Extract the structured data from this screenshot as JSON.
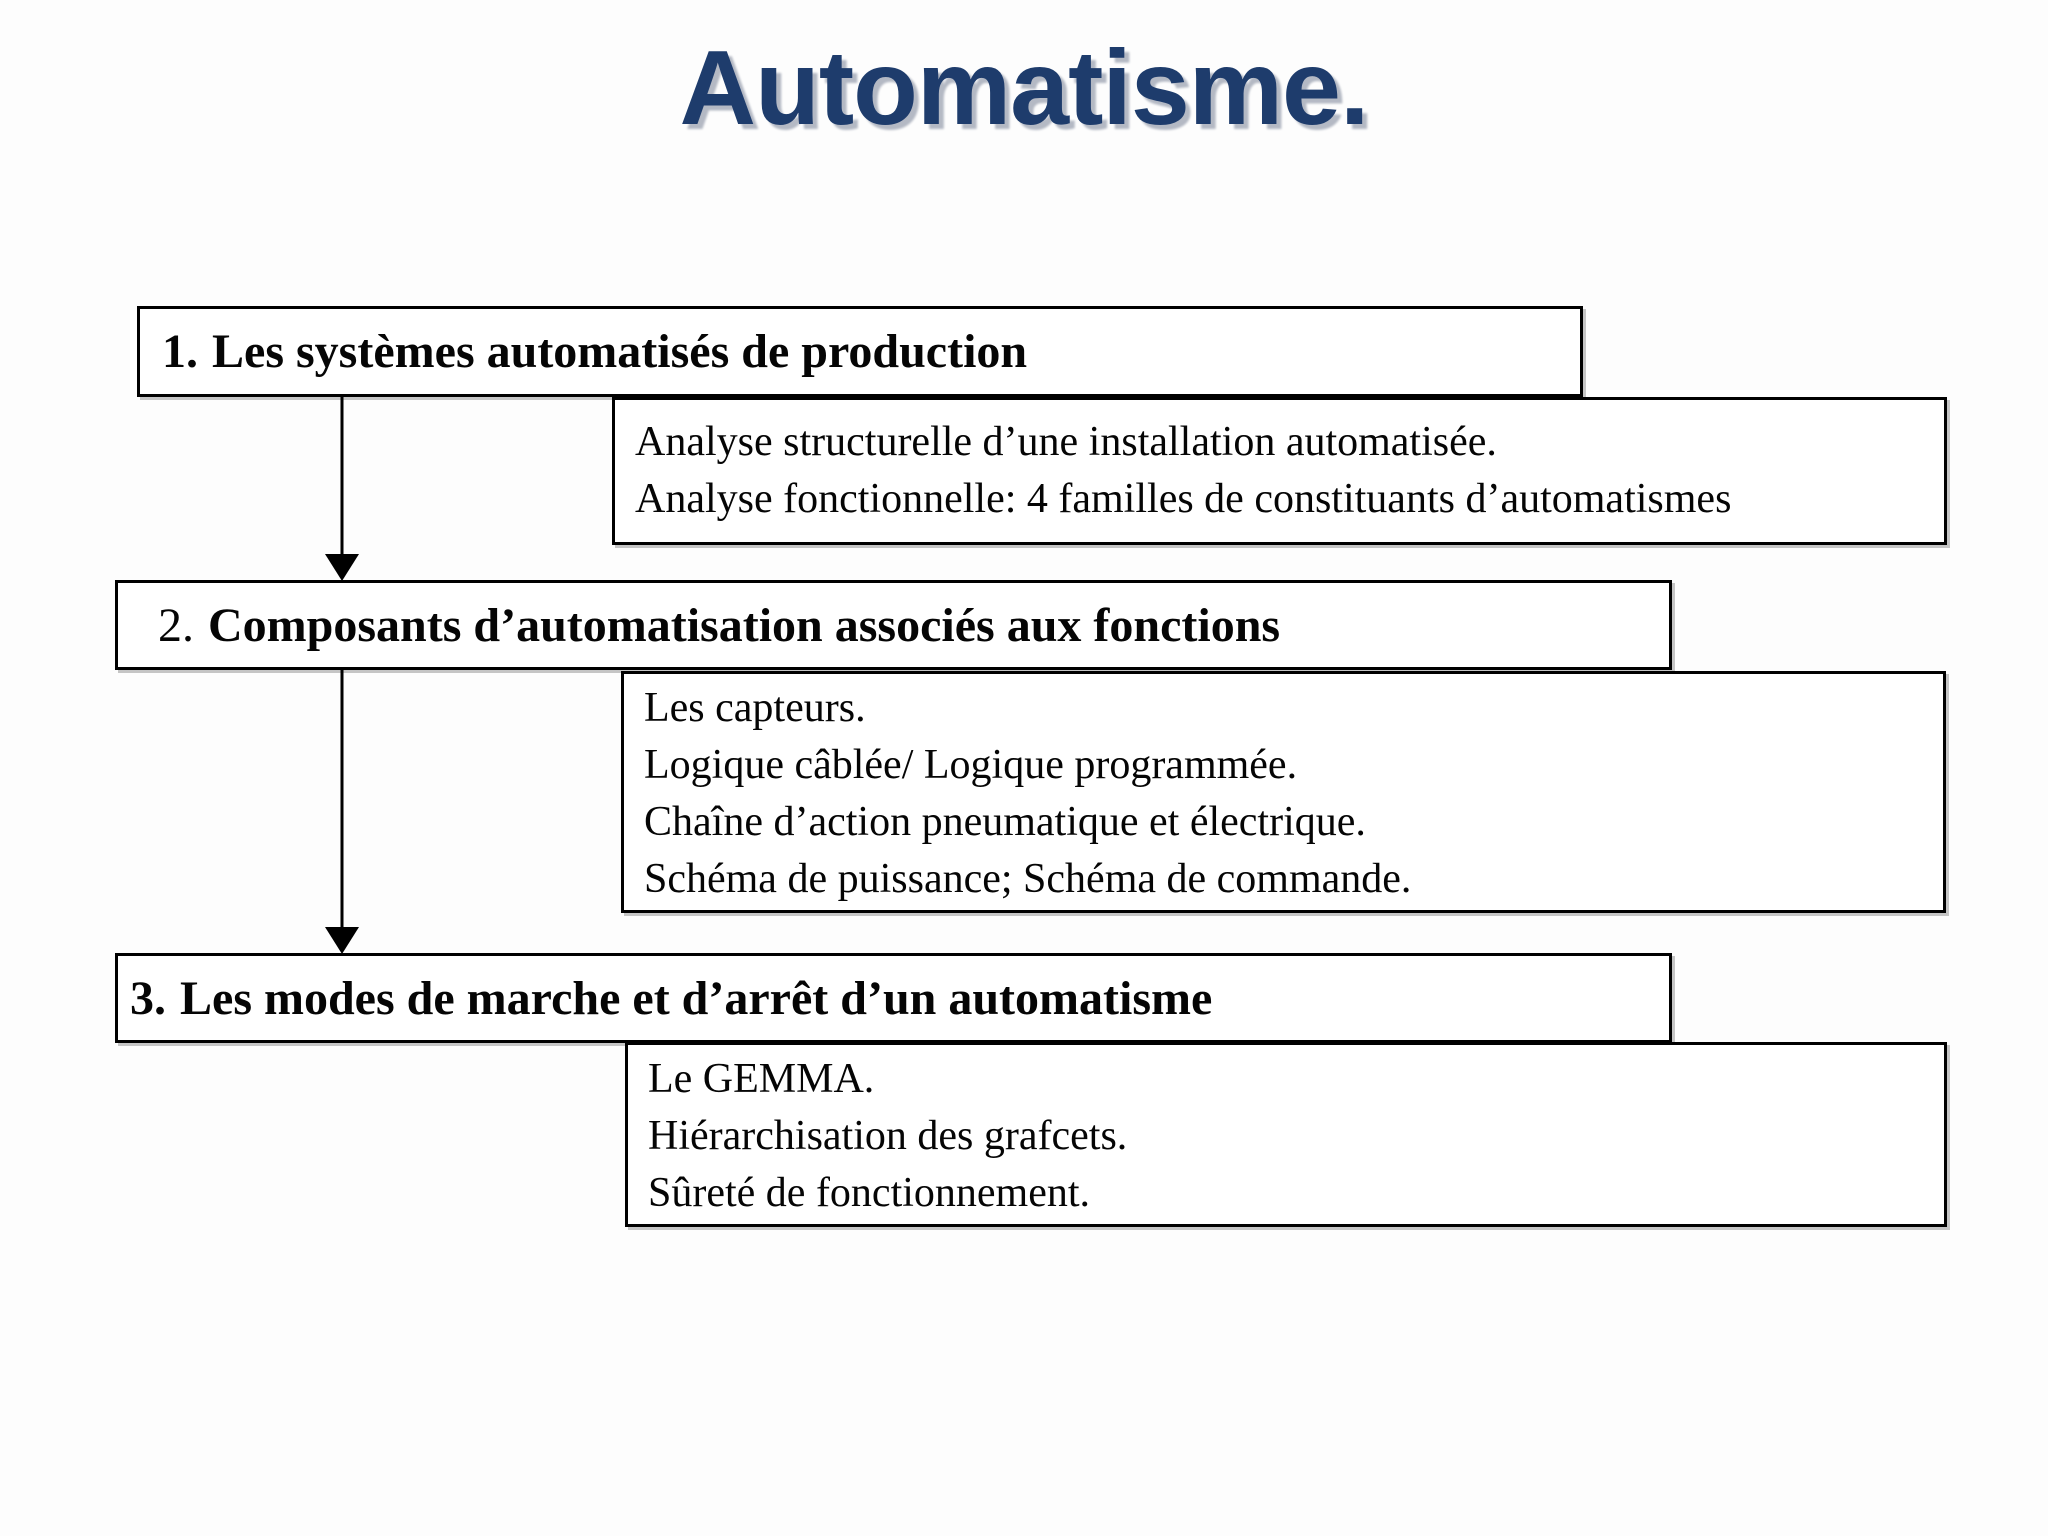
{
  "slide": {
    "title": "Automatisme."
  },
  "colors": {
    "title": "#1e3c6c",
    "title_shadow": "#b4b9c4",
    "border": "#000000",
    "text": "#050505",
    "background": "#fdfdfd"
  },
  "sections": [
    {
      "number": "1.",
      "title": "Les systèmes automatisés de production",
      "details": [
        "Analyse structurelle d’une installation automatisée.",
        "Analyse fonctionnelle: 4 familles de constituants d’automatismes"
      ]
    },
    {
      "number": "2.",
      "title": "Composants d’automatisation associés aux fonctions",
      "details": [
        "Les capteurs.",
        "Logique câblée/ Logique programmée.",
        "Chaîne d’action pneumatique et électrique.",
        "Schéma de puissance; Schéma de commande."
      ]
    },
    {
      "number": "3.",
      "title": "Les modes de marche et d’arrêt d’un automatisme",
      "details": [
        "Le GEMMA.",
        "Hiérarchisation des grafcets.",
        "Sûreté de fonctionnement."
      ]
    }
  ]
}
